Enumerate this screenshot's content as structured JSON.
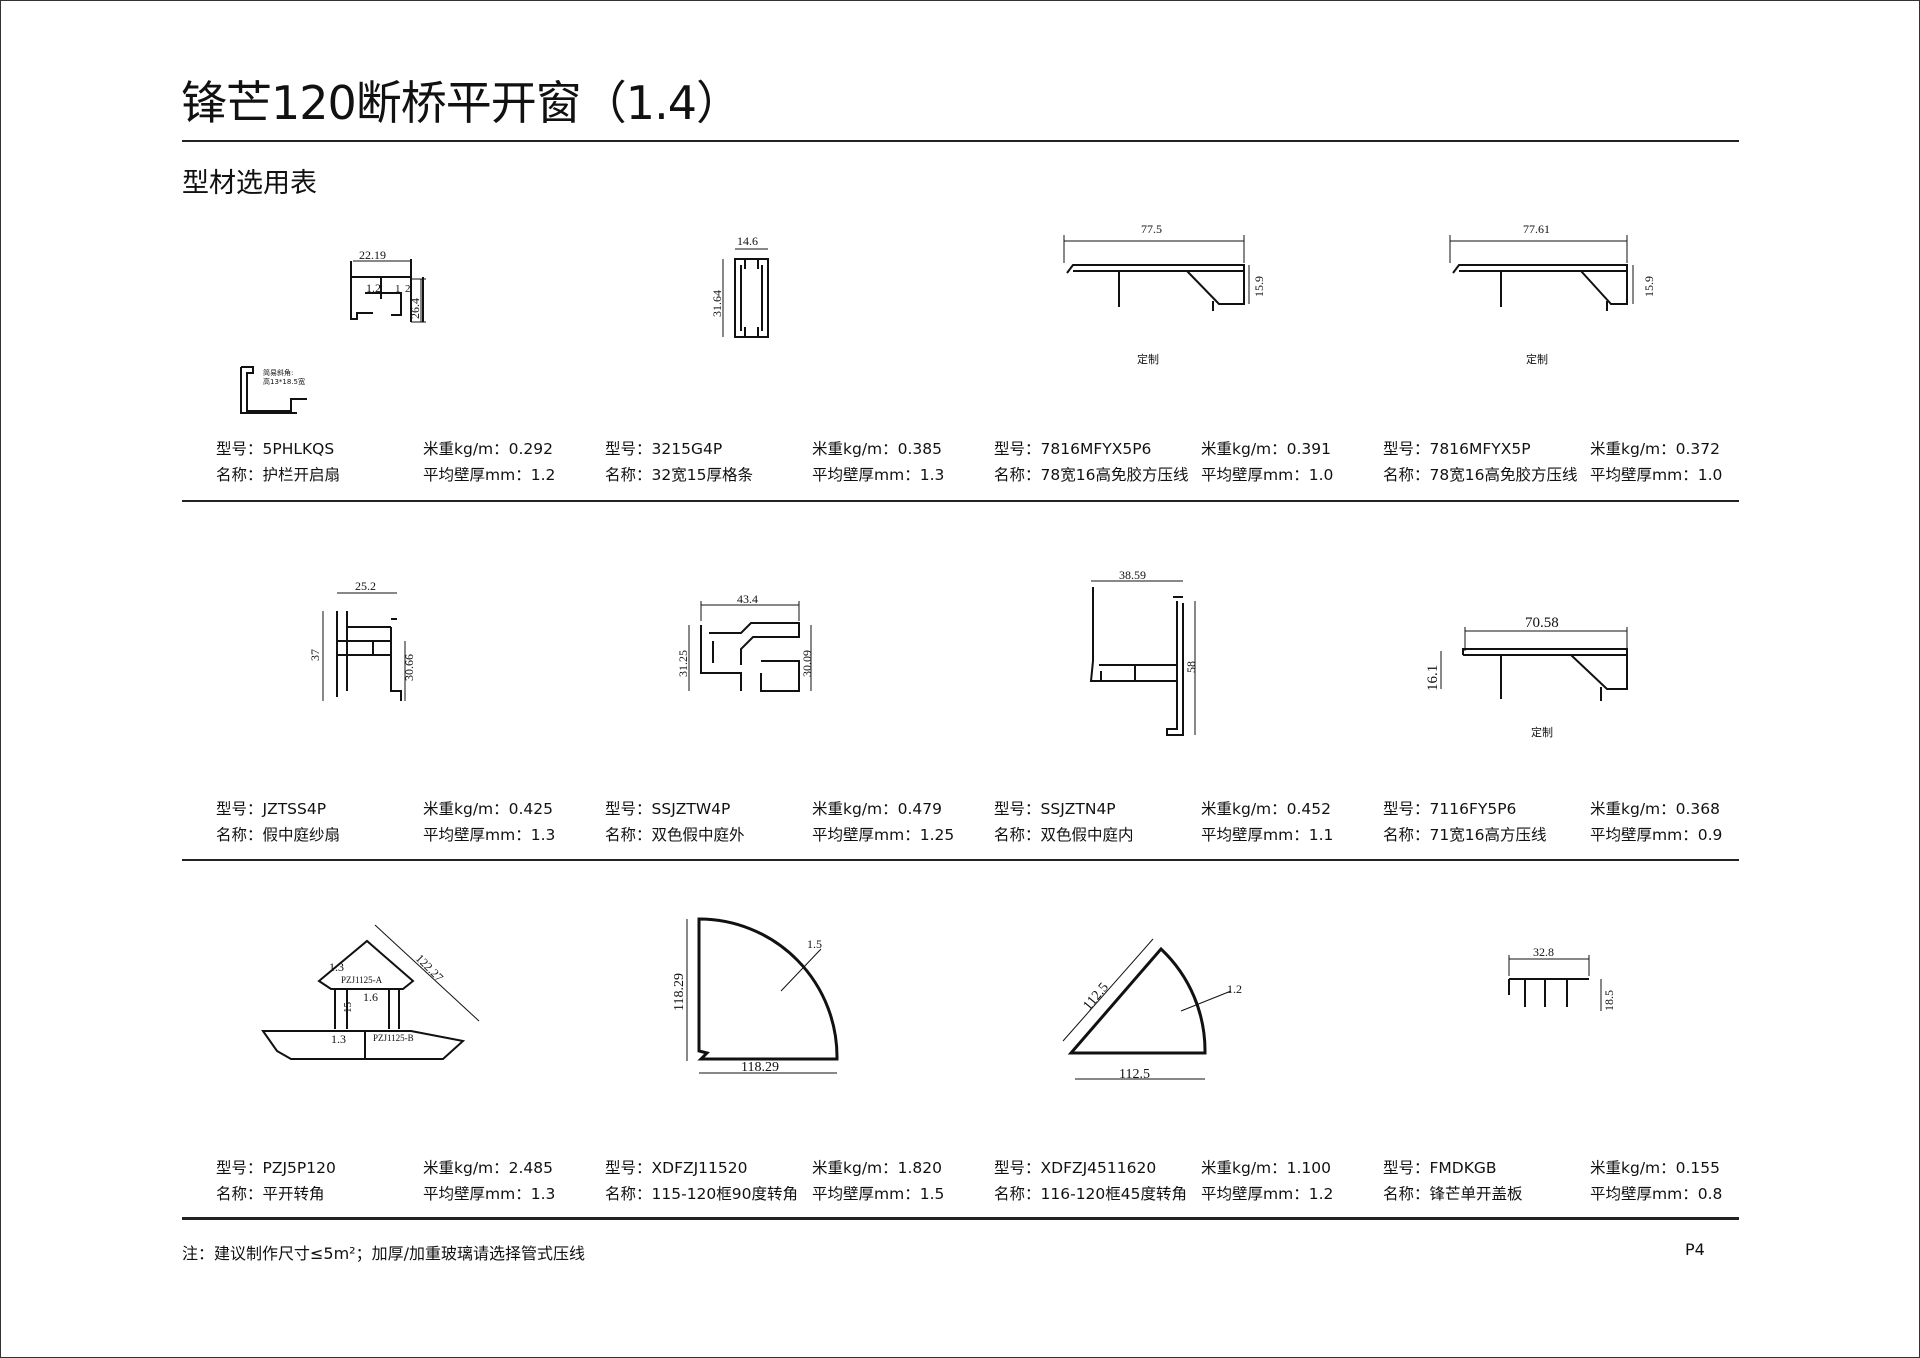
{
  "header": {
    "title": "锋芒120断桥平开窗（1.4）",
    "subtitle": "型材选用表"
  },
  "labels": {
    "model": "型号：",
    "name": "名称：",
    "weight": "米重kg/m：",
    "thickness": "平均壁厚mm："
  },
  "profiles": [
    {
      "model": "5PHLKQS",
      "weight": "0.292",
      "name": "护栏开启扇",
      "thickness": "1.2",
      "dims": [
        "22.19",
        "26.4",
        "1.2",
        "1",
        "2"
      ],
      "note": [
        "简易斜角:",
        "高13*18.5宽"
      ]
    },
    {
      "model": "3215G4P",
      "weight": "0.385",
      "name": "32宽15厚格条",
      "thickness": "1.3",
      "dims": [
        "14.6",
        "31.64"
      ]
    },
    {
      "model": "7816MFYX5P6",
      "weight": "0.391",
      "name": "78宽16高免胶方压线",
      "thickness": "1.0",
      "dims": [
        "77.5",
        "15.9"
      ],
      "tag": "定制"
    },
    {
      "model": "7816MFYX5P",
      "weight": "0.372",
      "name": "78宽16高免胶方压线",
      "thickness": "1.0",
      "dims": [
        "77.61",
        "15.9"
      ],
      "tag": "定制"
    },
    {
      "model": "JZTSS4P",
      "weight": "0.425",
      "name": "假中庭纱扇",
      "thickness": "1.3",
      "dims": [
        "25.2",
        "37",
        "30.66"
      ]
    },
    {
      "model": "SSJZTW4P",
      "weight": "0.479",
      "name": "双色假中庭外",
      "thickness": "1.25",
      "dims": [
        "43.4",
        "31.25",
        "30.09"
      ]
    },
    {
      "model": "SSJZTN4P",
      "weight": "0.452",
      "name": "双色假中庭内",
      "thickness": "1.1",
      "dims": [
        "38.59",
        "58"
      ]
    },
    {
      "model": "7116FY5P6",
      "weight": "0.368",
      "name": "71宽16高方压线",
      "thickness": "0.9",
      "dims": [
        "70.58",
        "16.1"
      ],
      "tag": "定制"
    },
    {
      "model": "PZJ5P120",
      "weight": "2.485",
      "name": "平开转角",
      "thickness": "1.3",
      "dims": [
        "1.3",
        "PZJ1125-A",
        "1.6",
        "15",
        "122.27",
        "1.3",
        "PZJ1125-B"
      ]
    },
    {
      "model": "XDFZJ11520",
      "weight": "1.820",
      "name": "115-120框90度转角",
      "thickness": "1.5",
      "dims": [
        "1.5",
        "118.29",
        "118.29"
      ]
    },
    {
      "model": "XDFZJ4511620",
      "weight": "1.100",
      "name": "116-120框45度转角",
      "thickness": "1.2",
      "dims": [
        "112.5",
        "1.2",
        "112.5"
      ]
    },
    {
      "model": "FMDKGB",
      "weight": "0.155",
      "name": "锋芒单开盖板",
      "thickness": "0.8",
      "dims": [
        "32.8",
        "18.5"
      ]
    }
  ],
  "footer": {
    "note": "注：建议制作尺寸≤5m²；加厚/加重玻璃请选择管式压线",
    "page": "P4"
  }
}
